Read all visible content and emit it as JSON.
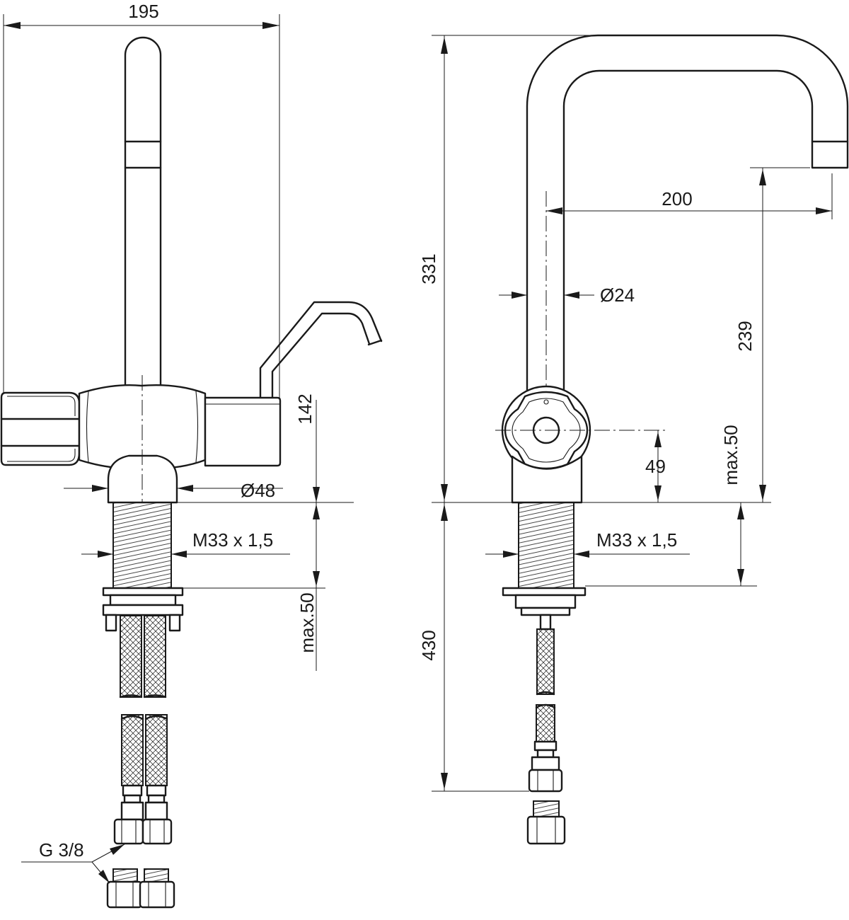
{
  "colors": {
    "ink": "#1a1a1a",
    "background": "#ffffff"
  },
  "side_view": {
    "dim_width": "195",
    "dim_height_body": "142",
    "dim_body_diameter": "Ø48",
    "dim_thread": "M33 x 1,5",
    "dim_max_deck": "max.50",
    "dim_connection": "G 3/8"
  },
  "front_view": {
    "dim_total_height": "331",
    "dim_reach": "200",
    "dim_spout_diameter": "Ø24",
    "dim_spout_height": "239",
    "dim_max_deck_upper": "max.50",
    "dim_handle_height": "49",
    "dim_thread": "M33 x 1,5",
    "dim_hose_length": "430"
  }
}
